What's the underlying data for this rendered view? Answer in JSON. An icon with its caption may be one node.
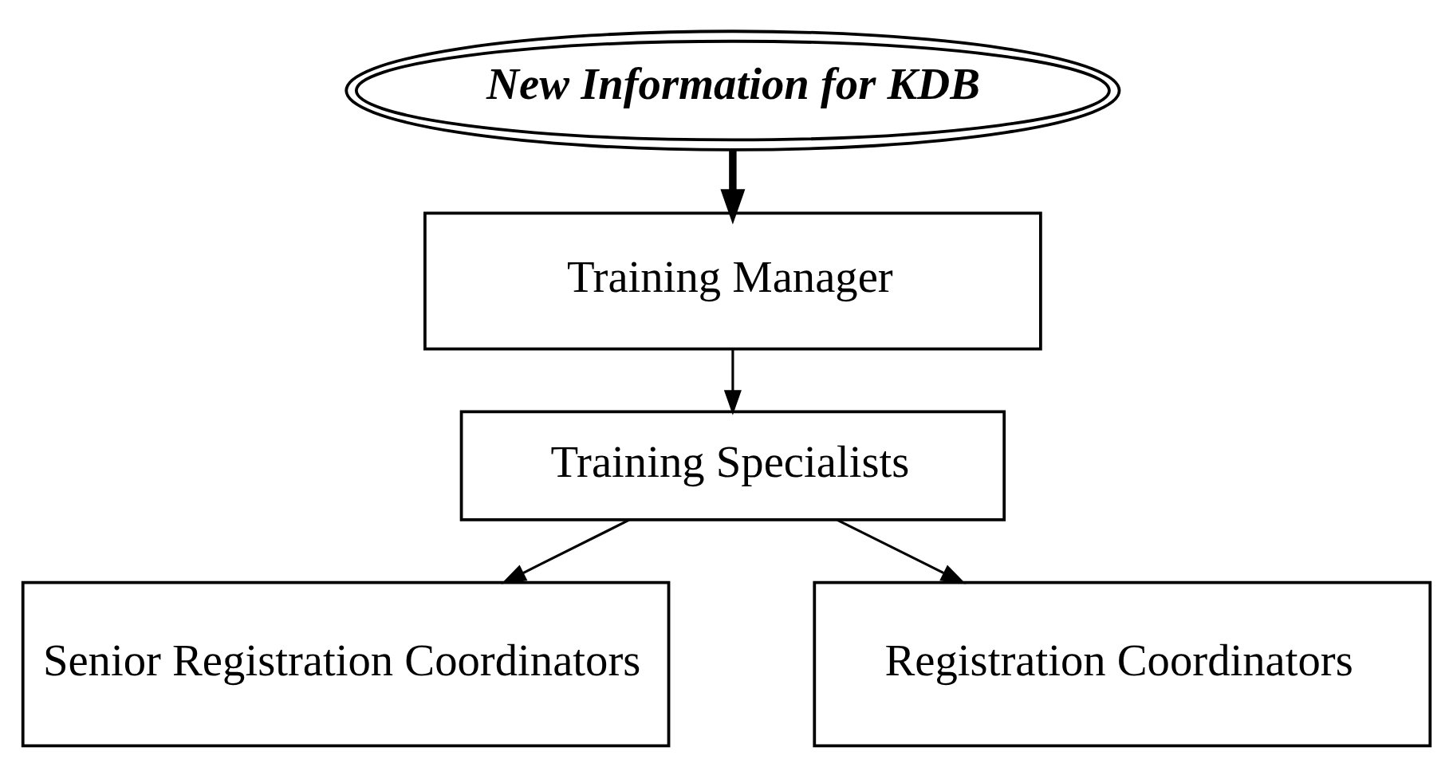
{
  "diagram": {
    "nodes": [
      {
        "text": [
          "New Information for KDB"
        ]
      },
      {
        "text": [
          "Training Manager"
        ]
      },
      {
        "text": [
          "Training Specialists"
        ]
      },
      {
        "text": [
          "Senior Registration Coordinators"
        ]
      },
      {
        "text": [
          "Registration Coordinators"
        ]
      }
    ],
    "edges": [
      {
        "from": 0,
        "to": 1,
        "arrow": "to",
        "style": "thick"
      },
      {
        "from": 1,
        "to": 2,
        "arrow": "to"
      },
      {
        "from": 2,
        "to": 3,
        "arrow": "to"
      },
      {
        "from": 2,
        "to": 4,
        "arrow": "to"
      }
    ]
  }
}
